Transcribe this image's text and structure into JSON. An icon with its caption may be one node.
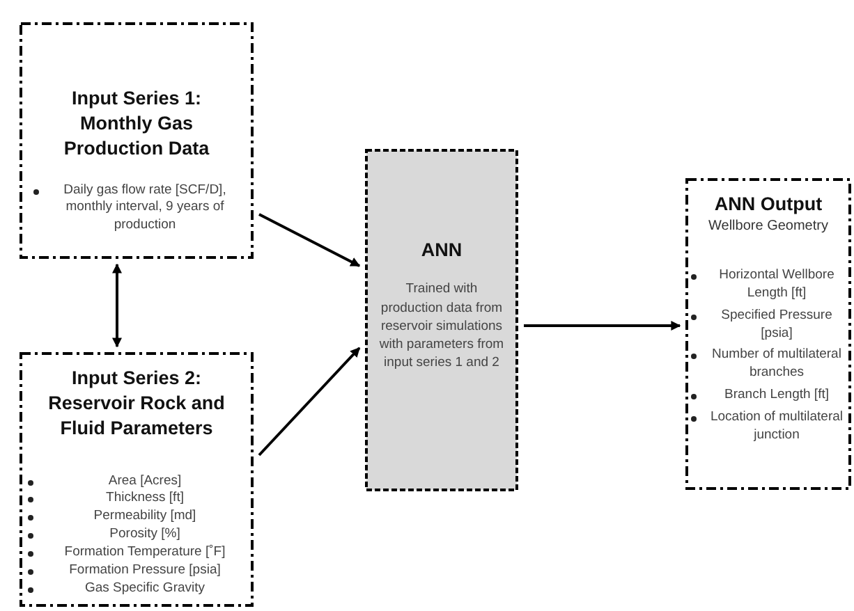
{
  "diagram": {
    "nodes": [
      {
        "text": [
          "Input Series 1: Monthly Gas Production Data",
          "Daily gas flow rate [SCF/D], monthly interval, 9 years of production"
        ]
      },
      {
        "text": [
          "Input Series 2: Reservoir Rock and Fluid Parameters",
          "Area [Acres]",
          "Thickness [ft]",
          "Permeability [md]",
          "Porosity [%]",
          "Formation Temperature [˚F]",
          "Formation Pressure [psia]",
          "Gas Specific Gravity"
        ]
      },
      {
        "text": [
          "ANN",
          "Trained with production data from reservoir simulations with parameters from input series 1 and 2"
        ]
      },
      {
        "text": [
          "ANN Output",
          "Wellbore Geometry",
          "Horizontal Wellbore Length [ft]",
          "Specified Pressure [psia]",
          "Number of multilateral branches",
          "Branch Length [ft]",
          "Location of multilateral junction"
        ]
      }
    ],
    "edges": [
      {
        "from": 0,
        "to": 1,
        "arrow": "both"
      },
      {
        "from": 0,
        "to": 2,
        "arrow": "to"
      },
      {
        "from": 1,
        "to": 2,
        "arrow": "to"
      },
      {
        "from": 2,
        "to": 3,
        "arrow": "to"
      }
    ]
  }
}
